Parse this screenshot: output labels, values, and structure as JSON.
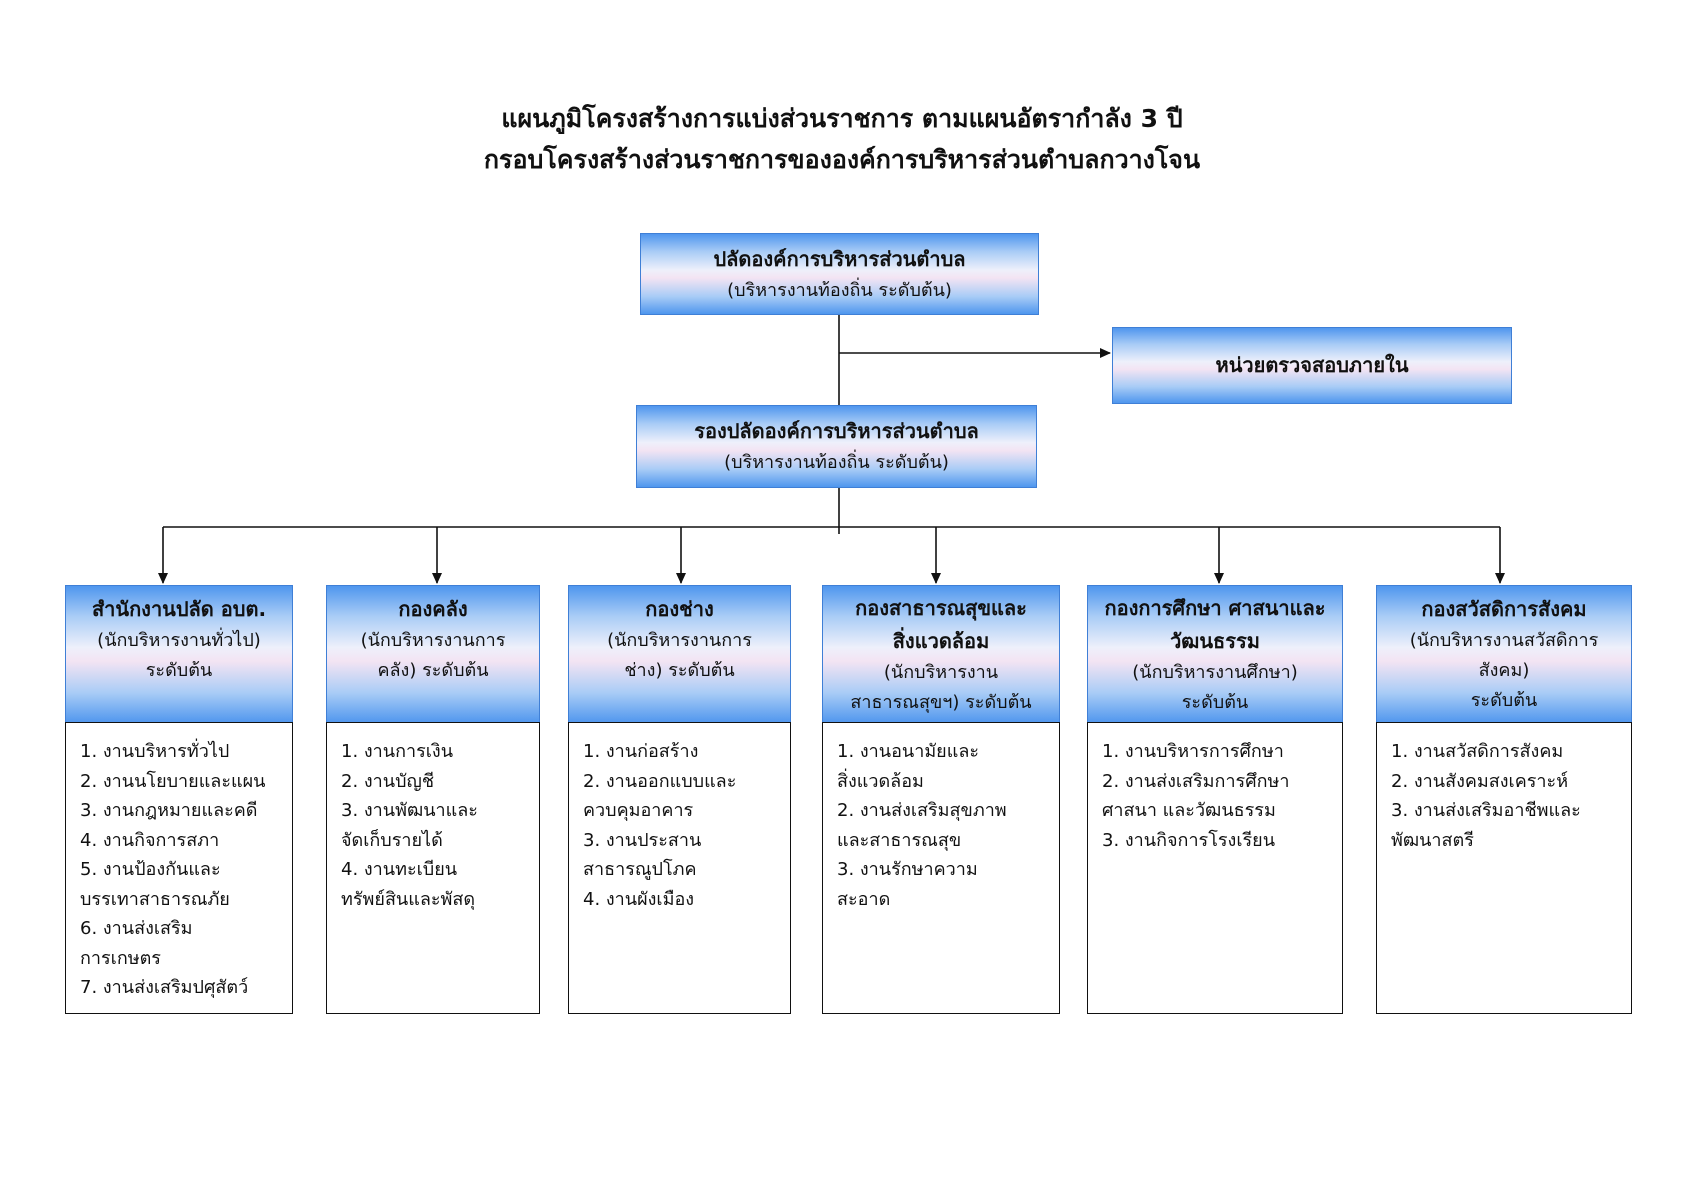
{
  "title": {
    "line1": "แผนภูมิโครงสร้างการแบ่งส่วนราชการ ตามแผนอัตรากำลัง 3 ปี",
    "line2": "กรอบโครงสร้างส่วนราชการขององค์การบริหารส่วนตำบลกวางโจน"
  },
  "top": {
    "name": "ปลัดองค์การบริหารส่วนตำบล",
    "sub": "(บริหารงานท้องถิ่น  ระดับต้น)"
  },
  "audit": {
    "name": "หน่วยตรวจสอบภายใน"
  },
  "deputy": {
    "name": "รองปลัดองค์การบริหารส่วนตำบล",
    "sub": "(บริหารงานท้องถิ่น  ระดับต้น)"
  },
  "departments": [
    {
      "name": [
        "สำนักงานปลัด อบต."
      ],
      "sub": [
        "(นักบริหารงานทั่วไป)",
        "ระดับต้น"
      ],
      "items": [
        "1.  งานบริหารทั่วไป",
        "2.  งานนโยบายและแผน",
        "3.  งานกฎหมายและคดี",
        "4. งานกิจการสภา",
        "5.  งานป้องกันและ",
        "      บรรเทาสาธารณภัย",
        "6.  งานส่งเสริม",
        "การเกษตร",
        "7.  งานส่งเสริมปศุสัตว์"
      ]
    },
    {
      "name": [
        "กองคลัง"
      ],
      "sub": [
        "(นักบริหารงานการ",
        "คลัง) ระดับต้น"
      ],
      "items": [
        "1.  งานการเงิน",
        "2.  งานบัญชี",
        "3.  งานพัฒนาและ",
        "จัดเก็บรายได้",
        "4.  งานทะเบียน",
        "ทรัพย์สินและพัสดุ"
      ]
    },
    {
      "name": [
        "กองช่าง"
      ],
      "sub": [
        "(นักบริหารงานการ",
        "ช่าง) ระดับต้น"
      ],
      "items": [
        "1.  งานก่อสร้าง",
        "2.  งานออกแบบและ",
        "      ควบคุมอาคาร",
        "3.  งานประสาน",
        "      สาธารณูปโภค",
        "4.  งานผังเมือง"
      ]
    },
    {
      "name": [
        "กองสาธารณสุขและ",
        "สิ่งแวดล้อม"
      ],
      "sub": [
        "(นักบริหารงาน",
        "สาธารณสุขฯ) ระดับต้น"
      ],
      "items": [
        "1.  งานอนามัยและ",
        "      สิ่งแวดล้อม",
        "2.  งานส่งเสริมสุขภาพ",
        "และสาธารณสุข",
        "3.  งานรักษาความ",
        "สะอาด"
      ]
    },
    {
      "name": [
        "กองการศึกษา ศาสนาและ",
        "วัฒนธรรม"
      ],
      "sub": [
        "(นักบริหารงานศึกษา)",
        "ระดับต้น"
      ],
      "items": [
        "1.  งานบริหารการศึกษา",
        "2.  งานส่งเสริมการศึกษา",
        "ศาสนา  และวัฒนธรรม",
        "3.  งานกิจการโรงเรียน"
      ]
    },
    {
      "name": [
        "กองสวัสดิการสังคม"
      ],
      "sub": [
        "(นักบริหารงานสวัสดิการ",
        "สังคม)",
        "ระดับต้น"
      ],
      "items": [
        "1.  งานสวัสดิการสังคม",
        "2.  งานสังคมสงเคราะห์",
        "3.  งานส่งเสริมอาชีพและ",
        "      พัฒนาสตรี"
      ]
    }
  ]
}
